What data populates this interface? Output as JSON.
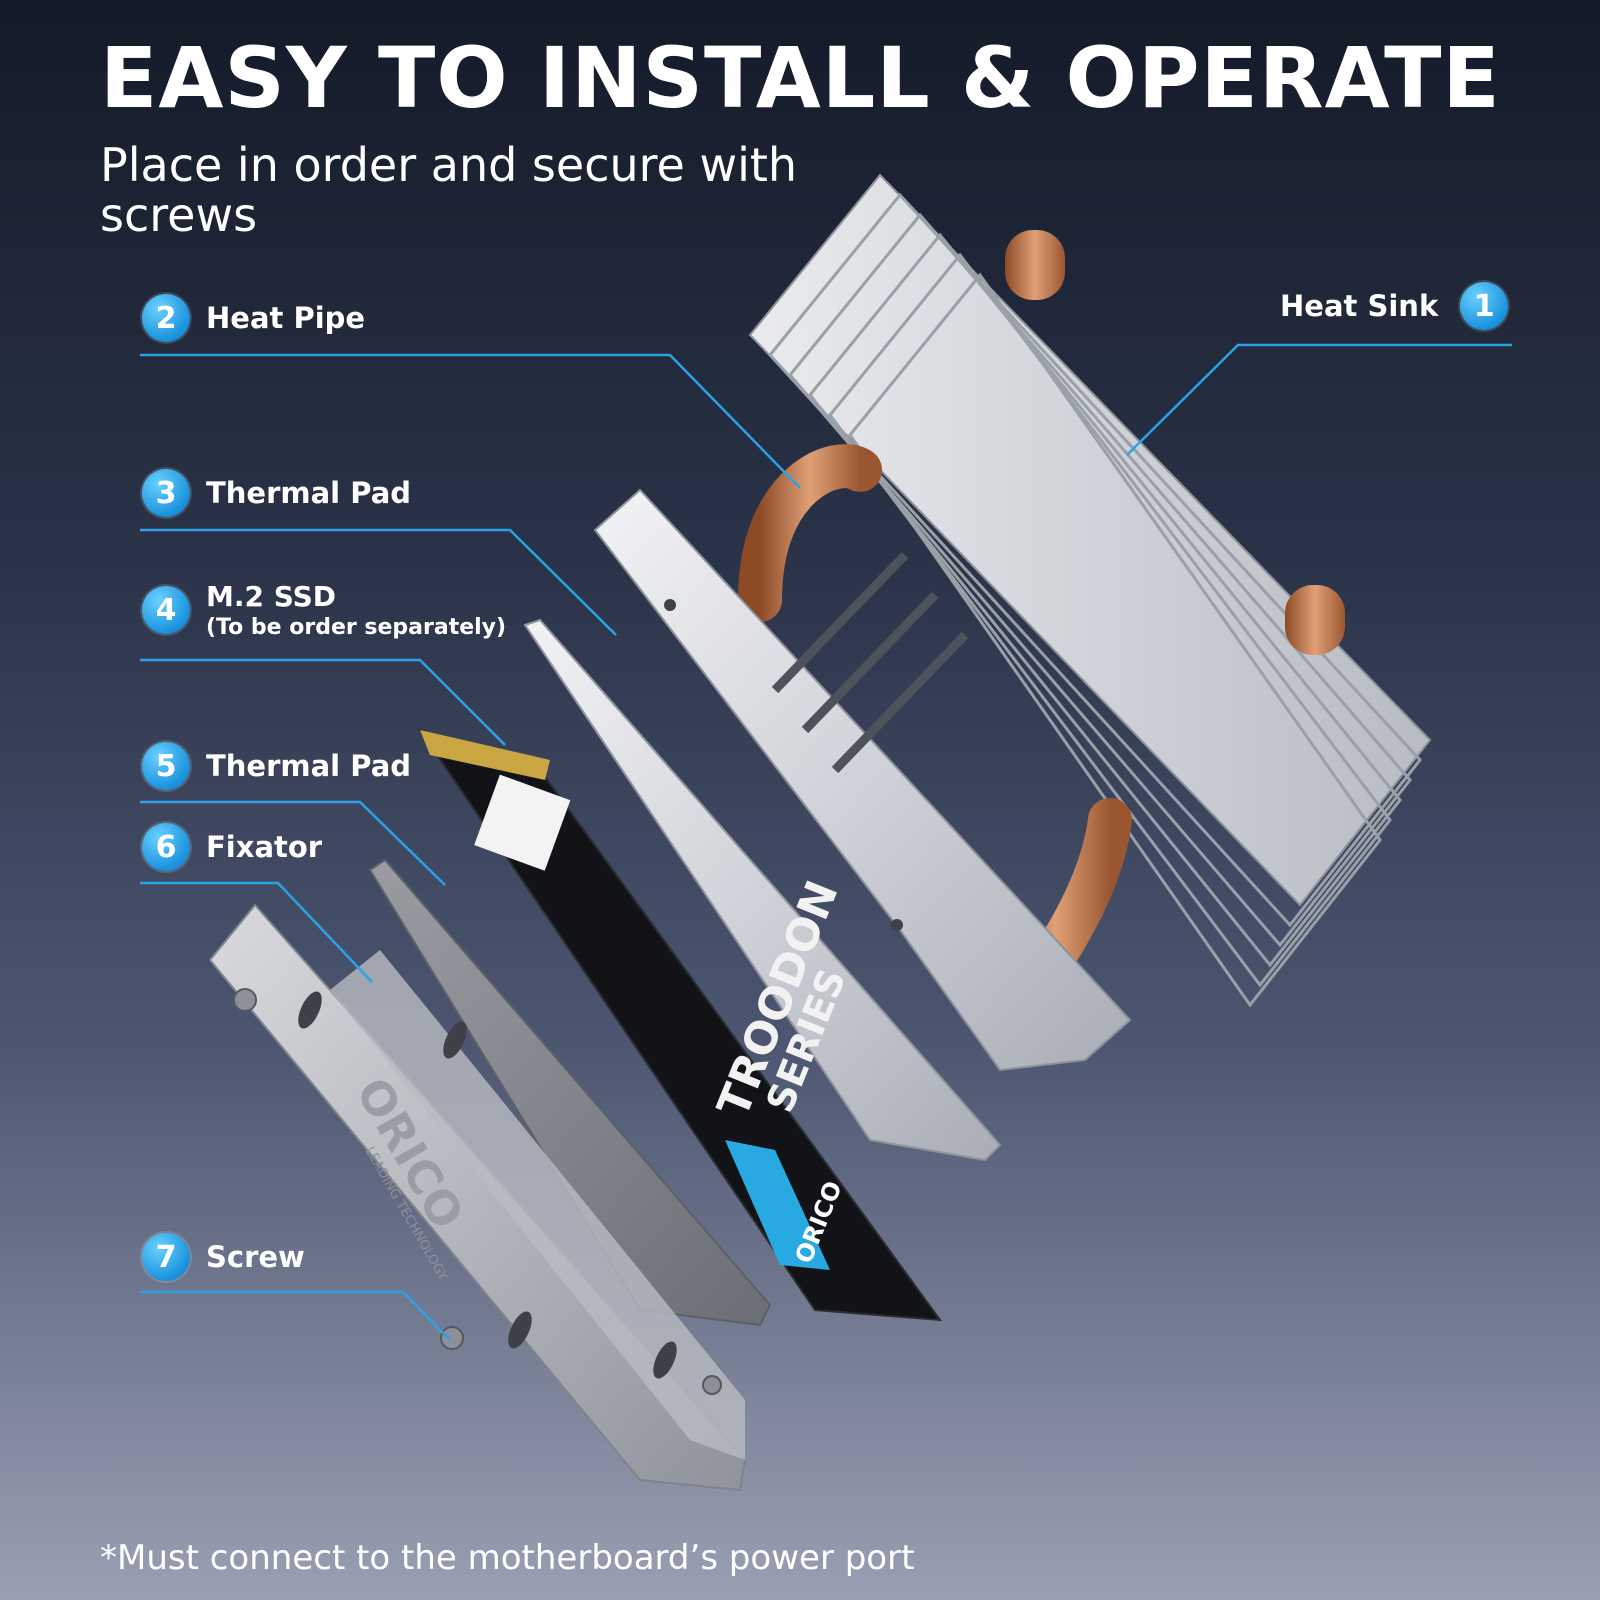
{
  "header": {
    "title": "EASY TO INSTALL & OPERATE",
    "subtitle": "Place in order and secure with screws"
  },
  "callouts": [
    {
      "number": "1",
      "label": "Heat Sink"
    },
    {
      "number": "2",
      "label": "Heat Pipe"
    },
    {
      "number": "3",
      "label": "Thermal Pad"
    },
    {
      "number": "4",
      "label": "M.2 SSD",
      "sublabel": "(To be order separately)"
    },
    {
      "number": "5",
      "label": "Thermal Pad"
    },
    {
      "number": "6",
      "label": "Fixator"
    },
    {
      "number": "7",
      "label": "Screw"
    }
  ],
  "product_text": {
    "ssd_line1": "TROODON",
    "ssd_line2": "SERIES",
    "ssd_brand": "ORICO",
    "fixator_brand": "ORICO",
    "fixator_tagline": "LEADING TECHNOLOGY"
  },
  "footnote": "*Must connect to the motherboard’s power port",
  "colors": {
    "accent": "#1a93dd",
    "leader_line": "#2aa3e6",
    "copper": "#c7794a",
    "aluminum": "#d9dbe0",
    "ssd_board": "#121317"
  }
}
